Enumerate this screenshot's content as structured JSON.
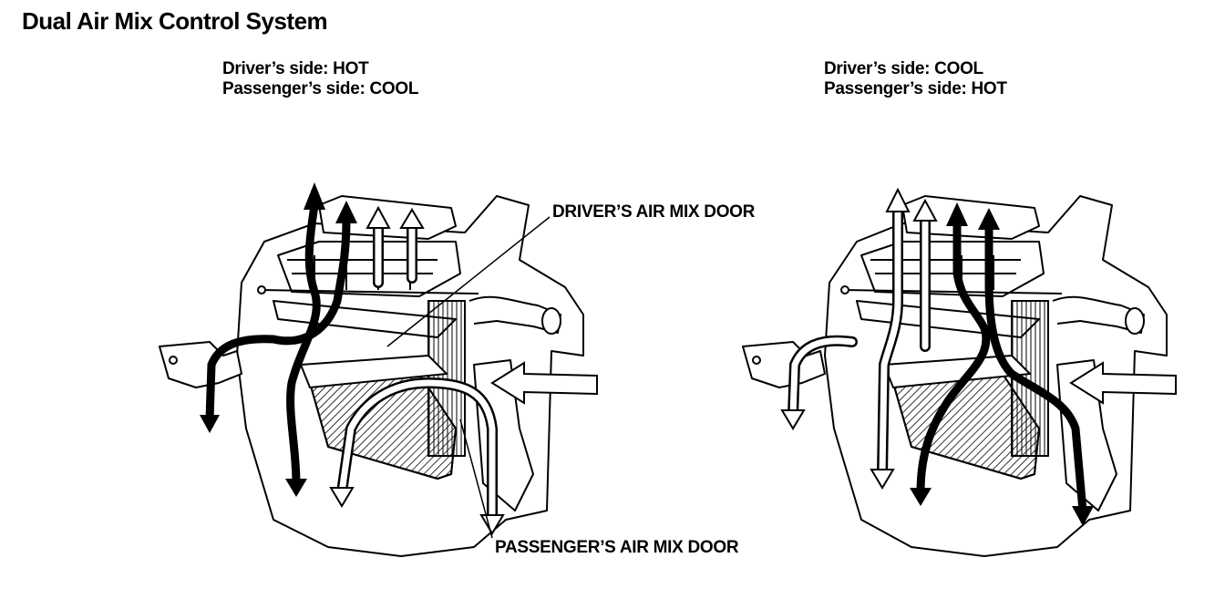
{
  "title": "Dual Air Mix Control System",
  "panels": [
    {
      "driver_side": "Driver’s side: HOT",
      "passenger_side": "Passenger’s side: COOL"
    },
    {
      "driver_side": "Driver’s side: COOL",
      "passenger_side": "Passenger’s side: HOT"
    }
  ],
  "callouts": {
    "driver_door": "DRIVER’S AIR MIX DOOR",
    "passenger_door": "PASSENGER’S AIR MIX DOOR"
  },
  "colors": {
    "hot_arrow": "#000000",
    "cool_arrow": "#ffffff",
    "line": "#000000"
  }
}
